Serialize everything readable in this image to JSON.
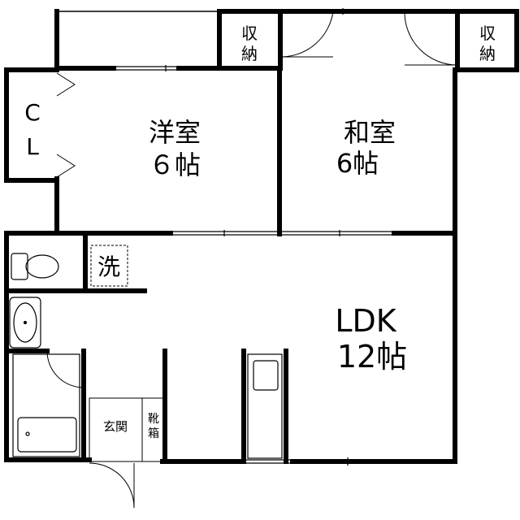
{
  "floorplan": {
    "rooms": {
      "western_room": {
        "name": "洋室",
        "size": "６帖"
      },
      "japanese_room": {
        "name": "和室",
        "size": "6帖"
      },
      "ldk": {
        "name": "LDK",
        "size": "12帖"
      }
    },
    "storage_left": {
      "line1": "収",
      "line2": "納"
    },
    "storage_right": {
      "line1": "収",
      "line2": "納"
    },
    "closet": {
      "line1": "C",
      "line2": "L"
    },
    "washroom": "洗",
    "entrance": "玄関",
    "shoe_box": {
      "line1": "靴",
      "line2": "箱"
    }
  }
}
